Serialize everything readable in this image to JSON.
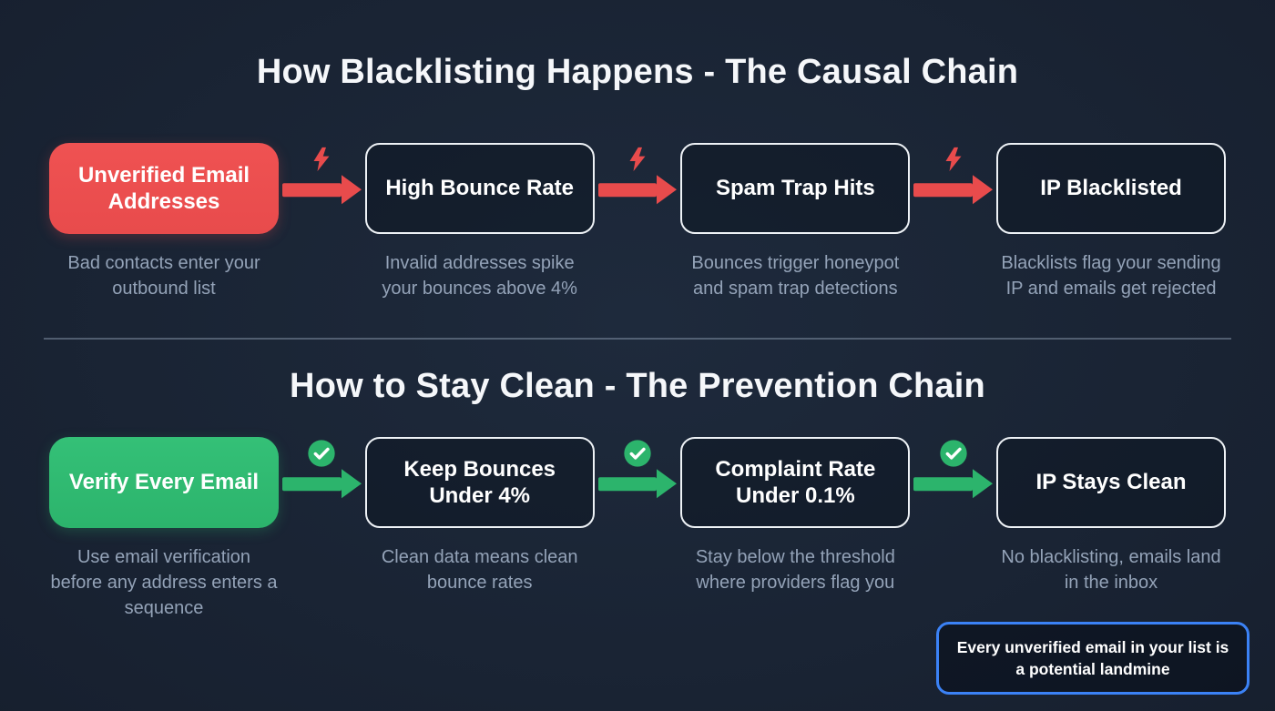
{
  "colors": {
    "background": "#17202f",
    "red": "#e84b4c",
    "green": "#2cb46c",
    "blue": "#3b82f6",
    "caption": "#94a3b8"
  },
  "icons": {
    "causal_connector": "lightning-icon",
    "prevention_connector": "check-circle-icon"
  },
  "sections": [
    {
      "title": "How Blacklisting Happens - The Causal Chain",
      "accent": "red",
      "nodes": [
        {
          "label": "Unverified Email Addresses",
          "caption": "Bad contacts enter your outbound list"
        },
        {
          "label": "High Bounce Rate",
          "caption": "Invalid addresses spike your bounces above 4%"
        },
        {
          "label": "Spam Trap Hits",
          "caption": "Bounces trigger honeypot and spam trap detections"
        },
        {
          "label": "IP Blacklisted",
          "caption": "Blacklists flag your sending IP and emails get rejected"
        }
      ]
    },
    {
      "title": "How to Stay Clean - The Prevention Chain",
      "accent": "green",
      "nodes": [
        {
          "label": "Verify Every Email",
          "caption": "Use email verification before any address enters a sequence"
        },
        {
          "label": "Keep Bounces Under 4%",
          "caption": "Clean data means clean bounce rates"
        },
        {
          "label": "Complaint Rate Under 0.1%",
          "caption": "Stay below the threshold where providers flag you"
        },
        {
          "label": "IP Stays Clean",
          "caption": "No blacklisting, emails land in the inbox"
        }
      ]
    }
  ],
  "note": "Every unverified email in your list is a potential landmine"
}
